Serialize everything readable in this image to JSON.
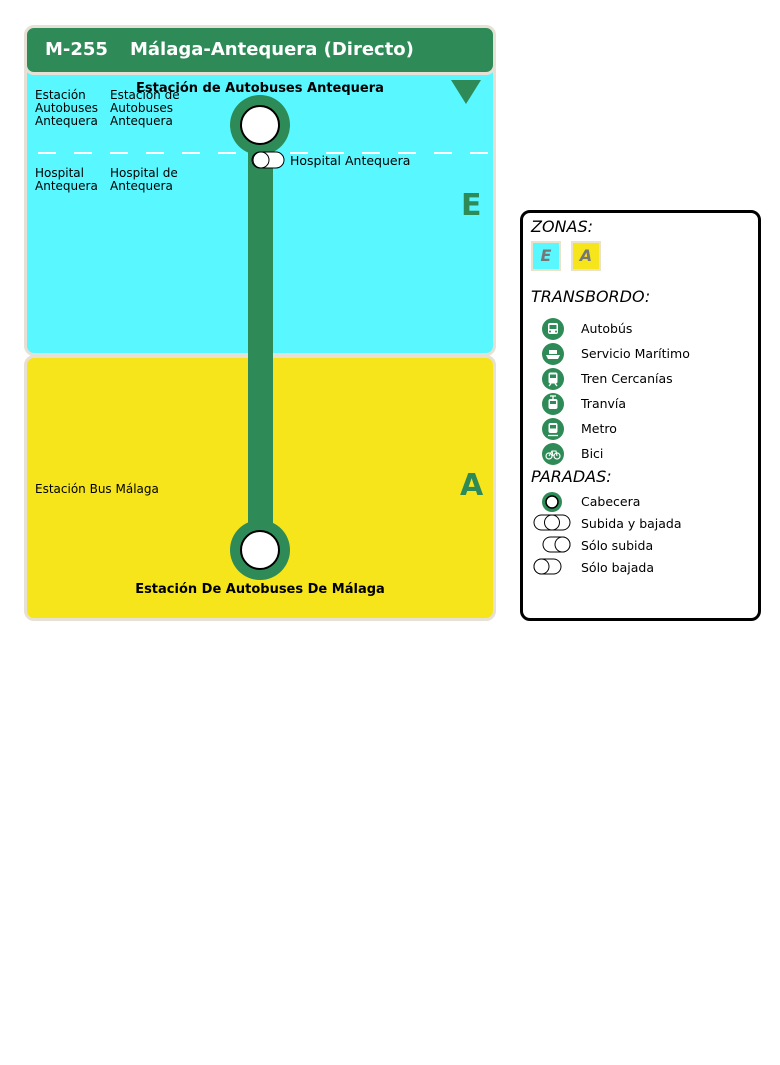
{
  "header": {
    "code": "M-255",
    "title": "Málaga-Antequera (Directo)"
  },
  "colors": {
    "line": "#2e8b57",
    "zone_e": "#59f7ff",
    "zone_a": "#f6e51a",
    "direction_marker": "#2e8b57"
  },
  "zones": [
    {
      "id": "E",
      "label": "E",
      "color": "#59f7ff"
    },
    {
      "id": "A",
      "label": "A",
      "color": "#f6e51a"
    }
  ],
  "side_labels": {
    "col1_top": "Estación\nAutobuses\nAntequera",
    "col2_top": "Estación de\nAutobuses\nAntequera",
    "col1_mid": "Hospital\nAntequera",
    "col2_mid": "Hospital de\nAntequera",
    "col1_bottom": "Estación Bus Málaga"
  },
  "stops": [
    {
      "name": "Estación de Autobuses Antequera",
      "type": "cabecera"
    },
    {
      "name": "Hospital Antequera",
      "type": "solo-bajada"
    },
    {
      "name": "Estación De Autobuses De Málaga",
      "type": "cabecera"
    }
  ],
  "legend": {
    "zonas_title": "ZONAS:",
    "transbordo_title": "TRANSBORDO:",
    "paradas_title": "PARADAS:",
    "transbordo": [
      {
        "label": "Autobús",
        "icon": "bus-icon"
      },
      {
        "label": "Servicio Marítimo",
        "icon": "boat-icon"
      },
      {
        "label": "Tren Cercanías",
        "icon": "train-icon"
      },
      {
        "label": "Tranvía",
        "icon": "tram-icon"
      },
      {
        "label": "Metro",
        "icon": "metro-icon"
      },
      {
        "label": "Bici",
        "icon": "bike-icon"
      }
    ],
    "paradas": [
      {
        "label": "Cabecera",
        "icon": "cabecera-stop-icon"
      },
      {
        "label": "Subida y bajada",
        "icon": "subida-bajada-stop-icon"
      },
      {
        "label": "Sólo subida",
        "icon": "solo-subida-stop-icon"
      },
      {
        "label": "Sólo bajada",
        "icon": "solo-bajada-stop-icon"
      }
    ]
  }
}
